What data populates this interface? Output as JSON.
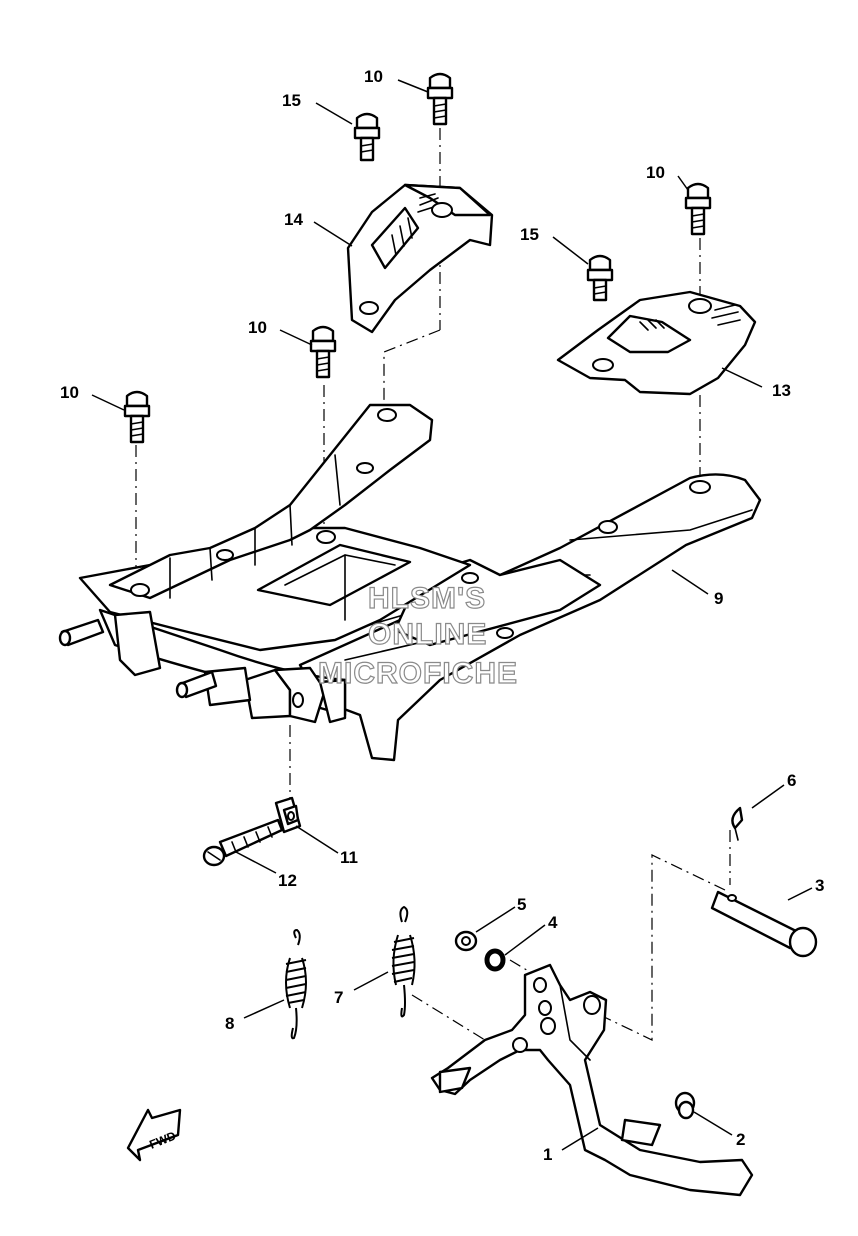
{
  "diagram": {
    "callouts": [
      {
        "id": "c10a",
        "text": "10"
      },
      {
        "id": "c15a",
        "text": "15"
      },
      {
        "id": "c14",
        "text": "14"
      },
      {
        "id": "c10b",
        "text": "10"
      },
      {
        "id": "c15b",
        "text": "15"
      },
      {
        "id": "c10c",
        "text": "10"
      },
      {
        "id": "c10d",
        "text": "10"
      },
      {
        "id": "c13",
        "text": "13"
      },
      {
        "id": "c9",
        "text": "9"
      },
      {
        "id": "c6",
        "text": "6"
      },
      {
        "id": "c3",
        "text": "3"
      },
      {
        "id": "c11",
        "text": "11"
      },
      {
        "id": "c12",
        "text": "12"
      },
      {
        "id": "c5",
        "text": "5"
      },
      {
        "id": "c4",
        "text": "4"
      },
      {
        "id": "c7",
        "text": "7"
      },
      {
        "id": "c8",
        "text": "8"
      },
      {
        "id": "c1",
        "text": "1"
      },
      {
        "id": "c2",
        "text": "2"
      }
    ],
    "watermark": [
      "HLSM'S",
      "ONLINE",
      "MICROFICHE"
    ],
    "direction_badge": "FWD"
  }
}
